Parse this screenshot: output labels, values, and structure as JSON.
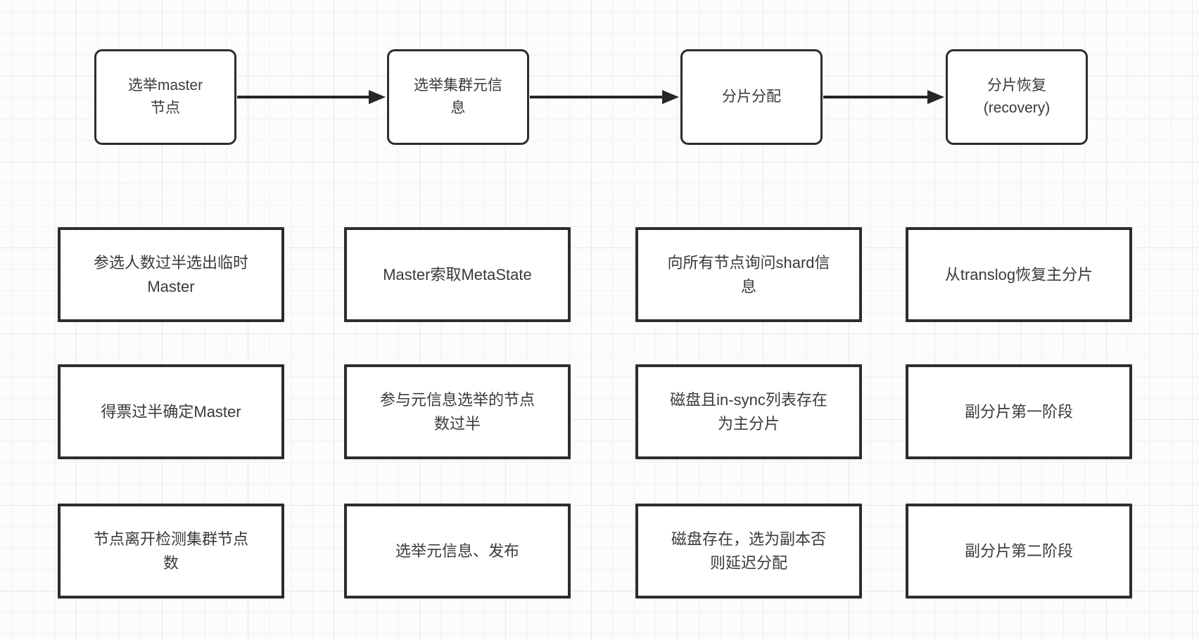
{
  "colors": {
    "canvas_bg": "#fcfcfc",
    "grid_minor": "#f1f1f1",
    "grid_major": "#e7e7e7",
    "node_border": "#2d2d2d",
    "node_text": "#3a3a3a",
    "arrow": "#262626"
  },
  "top_row": [
    {
      "label": "选举master\n节点"
    },
    {
      "label": "选举集群元信\n息"
    },
    {
      "label": "分片分配"
    },
    {
      "label": "分片恢复\n(recovery)"
    }
  ],
  "detail_rows": [
    [
      {
        "label": "参选人数过半选出临时\nMaster"
      },
      {
        "label": "Master索取MetaState"
      },
      {
        "label": "向所有节点询问shard信\n息"
      },
      {
        "label": "从translog恢复主分片"
      }
    ],
    [
      {
        "label": "得票过半确定Master"
      },
      {
        "label": "参与元信息选举的节点\n数过半"
      },
      {
        "label": "磁盘且in-sync列表存在\n为主分片"
      },
      {
        "label": "副分片第一阶段"
      }
    ],
    [
      {
        "label": "节点离开检测集群节点\n数"
      },
      {
        "label": "选举元信息、发布"
      },
      {
        "label": "磁盘存在，选为副本否\n则延迟分配"
      },
      {
        "label": "副分片第二阶段"
      }
    ]
  ]
}
